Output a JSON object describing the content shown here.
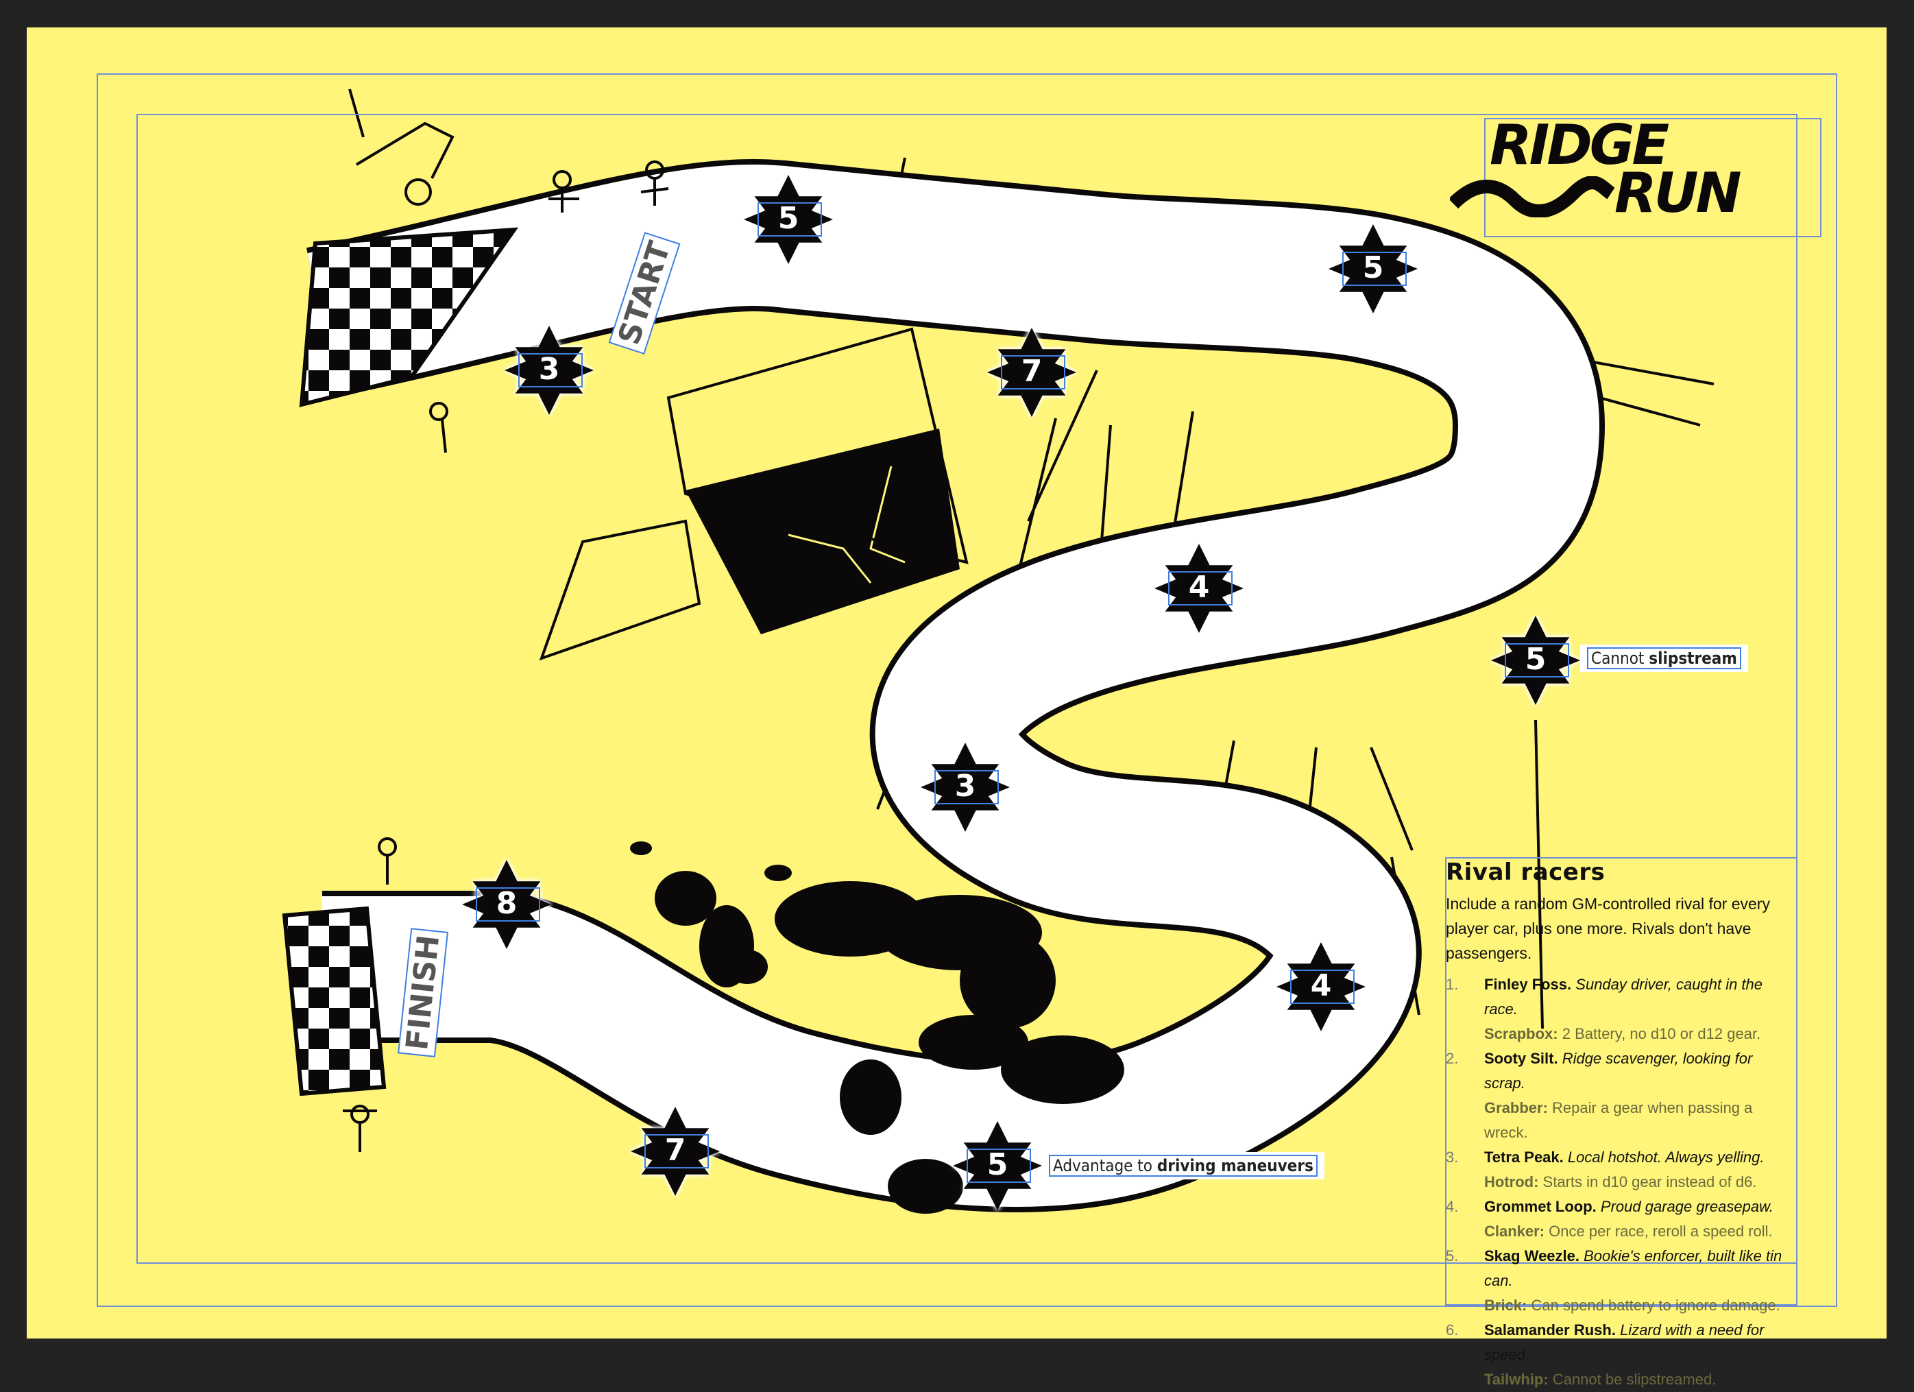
{
  "logo": {
    "line1": "RIDGE",
    "line2": "RUN"
  },
  "track_labels": {
    "start": "START",
    "finish": "FINISH"
  },
  "badges": [
    "5",
    "3",
    "7",
    "5",
    "4",
    "5",
    "3",
    "8",
    "4",
    "7",
    "5"
  ],
  "callouts": {
    "slipstream": {
      "plain": "Cannot",
      "bold": "slipstream"
    },
    "maneuvers": {
      "plain": "Advantage to",
      "bold": "driving maneuvers"
    }
  },
  "rivals": {
    "heading": "Rival racers",
    "intro": "Include a random GM-controlled rival for every player car, plus one more. Rivals don't have passengers.",
    "items": [
      {
        "num": "1.",
        "name": "Finley Foss.",
        "desc": "Sunday driver, caught in the race.",
        "ability_name": "Scrapbox:",
        "ability_text": "2 Battery, no d10 or d12 gear."
      },
      {
        "num": "2.",
        "name": "Sooty Silt.",
        "desc": "Ridge scavenger, looking for scrap.",
        "ability_name": "Grabber:",
        "ability_text": "Repair a gear when passing a wreck."
      },
      {
        "num": "3.",
        "name": "Tetra Peak.",
        "desc": "Local hotshot. Always yelling.",
        "ability_name": "Hotrod:",
        "ability_text": "Starts in d10 gear instead of d6."
      },
      {
        "num": "4.",
        "name": "Grommet Loop.",
        "desc": "Proud garage greasepaw.",
        "ability_name": "Clanker:",
        "ability_text": "Once per race, reroll a speed roll."
      },
      {
        "num": "5.",
        "name": "Skag Weezle.",
        "desc": "Bookie's enforcer, built like tin can.",
        "ability_name": "Brick:",
        "ability_text": "Can spend battery to ignore damage."
      },
      {
        "num": "6.",
        "name": "Salamander Rush.",
        "desc": "Lizard with a need for speed.",
        "ability_name": "Tailwhip:",
        "ability_text": "Cannot be slipstreamed."
      }
    ]
  },
  "colors": {
    "page": "#fef57a",
    "ink": "#0a0808",
    "guide": "#3f7fe0"
  }
}
